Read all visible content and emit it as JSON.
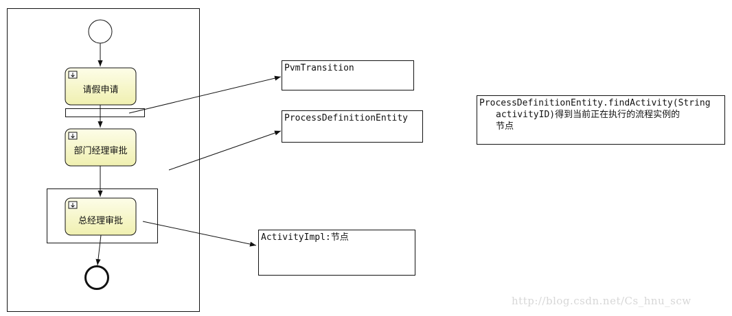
{
  "tasks": {
    "task1": "请假申请",
    "task2": "部门经理审批",
    "task3": "总经理审批"
  },
  "notes": {
    "pvm_transition": "PvmTransition",
    "process_definition_entity": "ProcessDefinitionEntity",
    "activity_impl": "ActivityImpl:节点",
    "find_activity_line1": "ProcessDefinitionEntity.findActivity(String",
    "find_activity_line2": "activityID)得到当前正在执行的流程实例的",
    "find_activity_line3": "节点"
  },
  "watermark": "http://blog.csdn.net/Cs_hnu_scw",
  "icons": {
    "task_marker": "user-task-icon",
    "start_event": "start-event-icon",
    "end_event": "end-event-icon"
  },
  "colors": {
    "task_fill_top": "#fdfde6",
    "task_fill_bottom": "#f2f2b2",
    "line": "#111111"
  }
}
